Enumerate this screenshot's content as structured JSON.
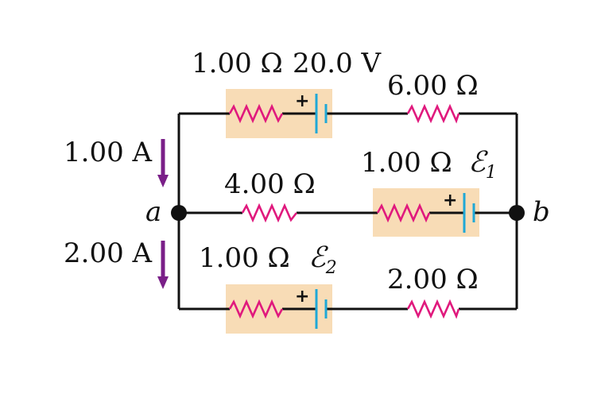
{
  "top_branch": {
    "emf_internal_r": "1.00 Ω",
    "emf_voltage": "20.0 V",
    "resistor": "6.00 Ω"
  },
  "middle_branch": {
    "resistor": "4.00 Ω",
    "emf_internal_r": "1.00 Ω",
    "emf_symbol": "ℰ",
    "emf_subscript": "1"
  },
  "bottom_branch": {
    "emf_internal_r": "1.00 Ω",
    "emf_symbol": "ℰ",
    "emf_subscript": "2",
    "resistor": "2.00 Ω"
  },
  "currents": {
    "upper": "1.00 A",
    "lower": "2.00 A"
  },
  "nodes": {
    "left": "a",
    "right": "b"
  },
  "polarity_mark": "+",
  "colors": {
    "resistor": "#e0197d",
    "battery_plate": "#1fa8d6",
    "emf_highlight": "#f8dcb6",
    "current_arrow": "#7a1f88",
    "wire": "#111111"
  }
}
